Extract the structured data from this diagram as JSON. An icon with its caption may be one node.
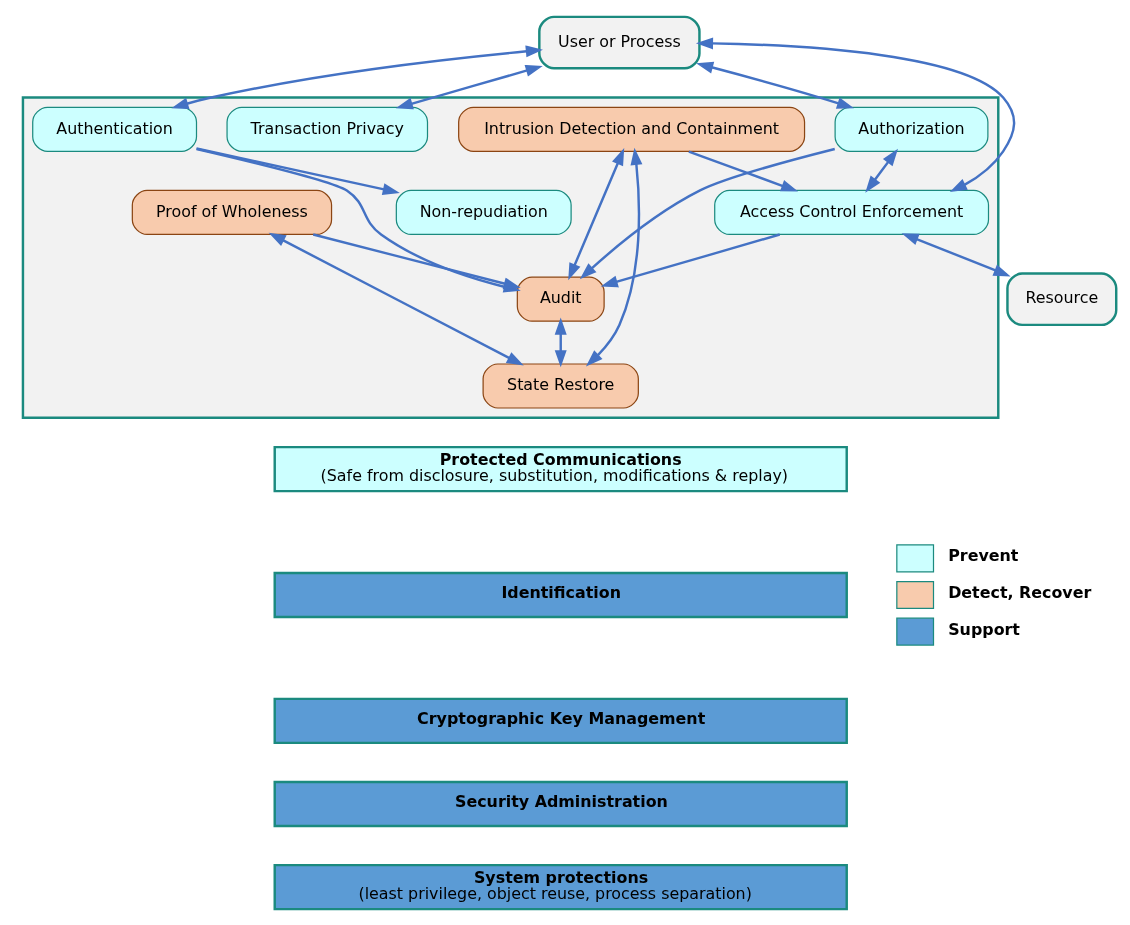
{
  "diagram": {
    "nodes": [
      {
        "text": [
          "User or Process"
        ]
      },
      {
        "text": [],
        "shape": "box"
      },
      {
        "text": [
          "Transaction Privacy"
        ],
        "in": 1
      },
      {
        "text": [
          "Authentication"
        ],
        "in": 1
      },
      {
        "text": [
          "Non-repudiation"
        ],
        "in": 1
      },
      {
        "text": [
          "Authorization"
        ],
        "in": 1
      },
      {
        "text": [
          "Audit"
        ],
        "in": 1
      },
      {
        "text": [
          "Access Control Enforcement"
        ],
        "in": 1
      },
      {
        "text": [
          "Proof of Wholeness"
        ],
        "in": 1
      },
      {
        "text": [
          "Intrusion Detection and Containment"
        ],
        "in": 1
      },
      {
        "text": [
          "State Restore"
        ],
        "in": 1
      },
      {
        "text": [
          "Resource"
        ]
      },
      {
        "text": [
          "Protected Communications",
          "(Safe from disclosure, substitution, modifications & replay)"
        ]
      },
      {
        "text": [
          "Identification"
        ]
      },
      {
        "text": [
          "Cryptographic Key Management"
        ]
      },
      {
        "text": [
          "Security Administration"
        ]
      },
      {
        "text": [
          "System protections",
          "(least privilege, object reuse, process separation)"
        ]
      }
    ],
    "edges": [
      {
        "from": 0,
        "to": 2,
        "arrow": "both"
      },
      {
        "from": 0,
        "to": 3,
        "arrow": "both"
      },
      {
        "from": 0,
        "to": 5,
        "arrow": "both"
      },
      {
        "from": 0,
        "to": 7,
        "arrow": "both"
      },
      {
        "from": 3,
        "to": 4,
        "arrow": "to"
      },
      {
        "from": 3,
        "to": 6,
        "arrow": "to"
      },
      {
        "from": 5,
        "to": 6,
        "arrow": "to"
      },
      {
        "from": 5,
        "to": 7,
        "arrow": "both"
      },
      {
        "from": 7,
        "to": 6,
        "arrow": "to"
      },
      {
        "from": 7,
        "to": 11,
        "arrow": "both"
      },
      {
        "from": 9,
        "to": 6,
        "arrow": "both"
      },
      {
        "from": 8,
        "to": 6,
        "arrow": "to"
      },
      {
        "from": 9,
        "to": 7,
        "arrow": "to"
      },
      {
        "from": 8,
        "to": 10,
        "arrow": "both"
      },
      {
        "from": 9,
        "to": 10,
        "arrow": "both"
      },
      {
        "from": 6,
        "to": 10,
        "arrow": "both"
      }
    ],
    "legend": [
      {
        "text": "Prevent",
        "color": "#ccffff"
      },
      {
        "text": "Detect, Recover",
        "color": "#f8cbad"
      },
      {
        "text": "Support",
        "color": "#5b9bd5"
      }
    ]
  }
}
